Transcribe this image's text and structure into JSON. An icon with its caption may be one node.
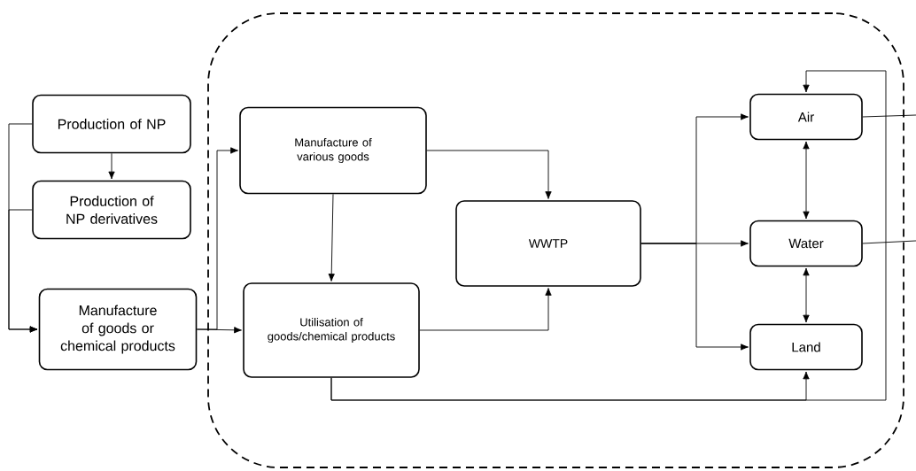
{
  "diagram": {
    "nodes": [
      {
        "text": [],
        "shape": "box"
      },
      {
        "text": [
          "Production of NP"
        ]
      },
      {
        "text": [
          "Production of NP derivatives"
        ]
      },
      {
        "text": [
          "Manufacture of goods or chemical products"
        ]
      },
      {
        "text": [
          "Manufacture of various goods"
        ],
        "in": 0
      },
      {
        "text": [
          "Utilisation of goods/chemical products"
        ],
        "in": 0
      },
      {
        "text": [
          "WWTP"
        ],
        "in": 0
      },
      {
        "text": [
          "Air"
        ],
        "in": 0
      },
      {
        "text": [
          "Water"
        ],
        "in": 0
      },
      {
        "text": [
          "Land"
        ],
        "in": 0
      }
    ],
    "edges": [
      {
        "from": 1,
        "to": 2,
        "arrow": "to"
      },
      {
        "from": 1,
        "to": 3,
        "arrow": "to"
      },
      {
        "from": 2,
        "to": 3,
        "arrow": "to"
      },
      {
        "from": 3,
        "to": 4,
        "arrow": "to"
      },
      {
        "from": 3,
        "to": 5,
        "arrow": "to"
      },
      {
        "from": 4,
        "to": 5,
        "arrow": "to"
      },
      {
        "from": 4,
        "to": 6,
        "arrow": "to"
      },
      {
        "from": 5,
        "to": 6,
        "arrow": "to"
      },
      {
        "from": 6,
        "to": 7,
        "arrow": "to"
      },
      {
        "from": 6,
        "to": 8,
        "arrow": "to"
      },
      {
        "from": 6,
        "to": 9,
        "arrow": "to"
      },
      {
        "from": 7,
        "to": 8,
        "arrow": "both"
      },
      {
        "from": 8,
        "to": 9,
        "arrow": "both"
      },
      {
        "from": 5,
        "to": 9,
        "arrow": "to"
      },
      {
        "from": 5,
        "to": 7,
        "arrow": "to"
      },
      {
        "from": 7,
        "to": null,
        "arrow": "none"
      },
      {
        "from": 8,
        "to": null,
        "arrow": "none"
      }
    ]
  }
}
